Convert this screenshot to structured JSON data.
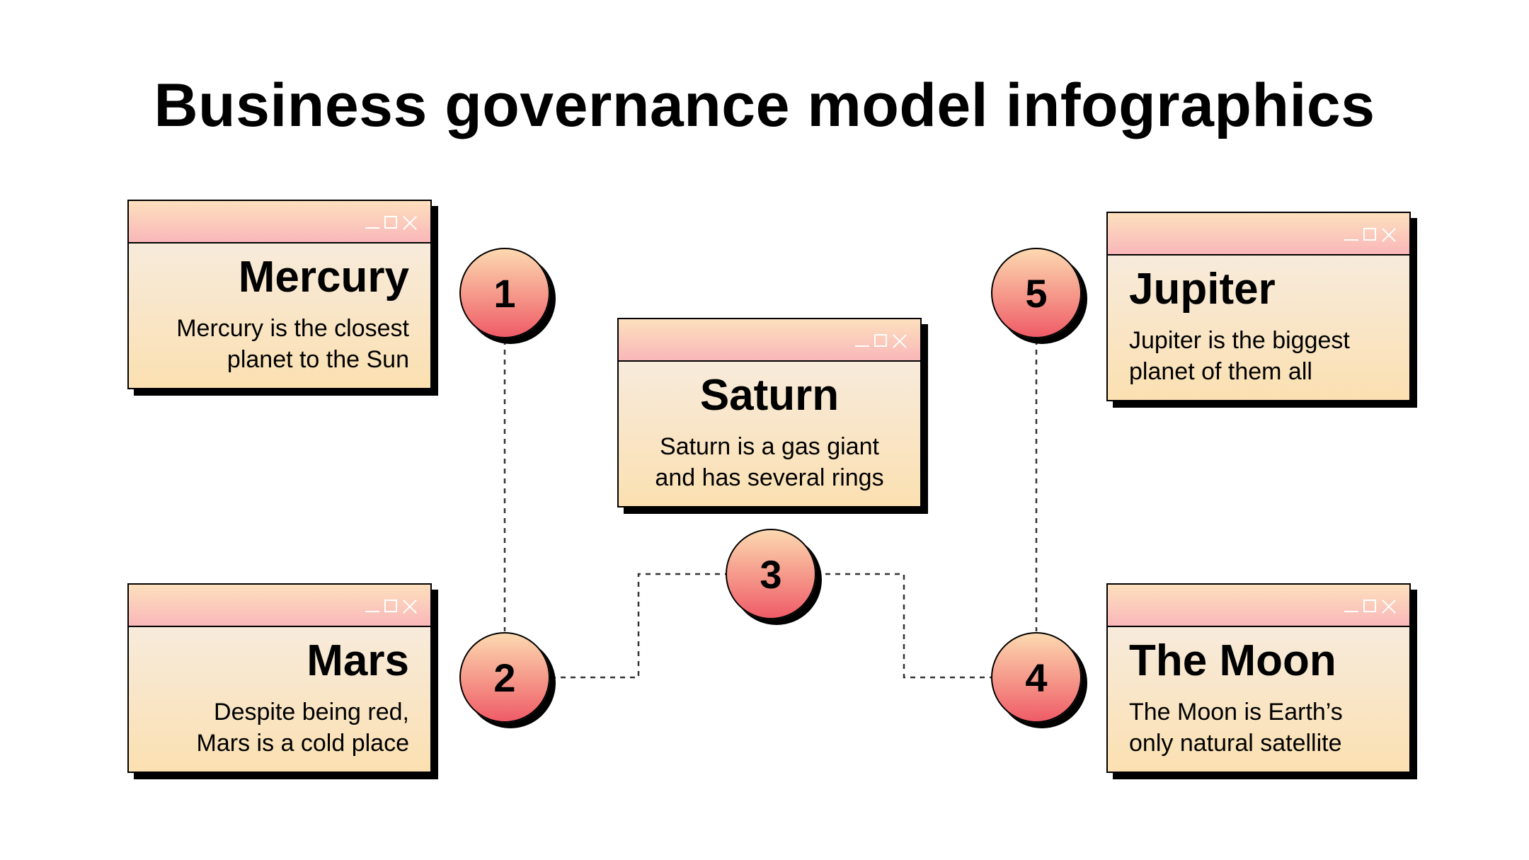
{
  "title": "Business governance model infographics",
  "cards": [
    {
      "id": "mercury",
      "title": "Mercury",
      "line1": "Mercury is the closest",
      "line2": "planet to the Sun"
    },
    {
      "id": "mars",
      "title": "Mars",
      "line1": "Despite being red,",
      "line2": "Mars is a cold place"
    },
    {
      "id": "saturn",
      "title": "Saturn",
      "line1": "Saturn is a gas giant",
      "line2": "and has several rings"
    },
    {
      "id": "jupiter",
      "title": "Jupiter",
      "line1": "Jupiter is the biggest",
      "line2": "planet of them all"
    },
    {
      "id": "moon",
      "title": "The Moon",
      "line1": "The Moon is Earth’s",
      "line2": "only natural satellite"
    }
  ],
  "steps": [
    "1",
    "2",
    "3",
    "4",
    "5"
  ],
  "colors": {
    "card_top": "#f6eee8",
    "card_bottom": "#fbe0b1",
    "titlebar_top": "#fde0bd",
    "titlebar_bottom": "#f9b7ba",
    "badge_top": "#fcd9b0",
    "badge_bottom": "#ef5c67",
    "outline": "#000000"
  },
  "icons": [
    "minimize-icon",
    "maximize-icon",
    "close-icon"
  ]
}
